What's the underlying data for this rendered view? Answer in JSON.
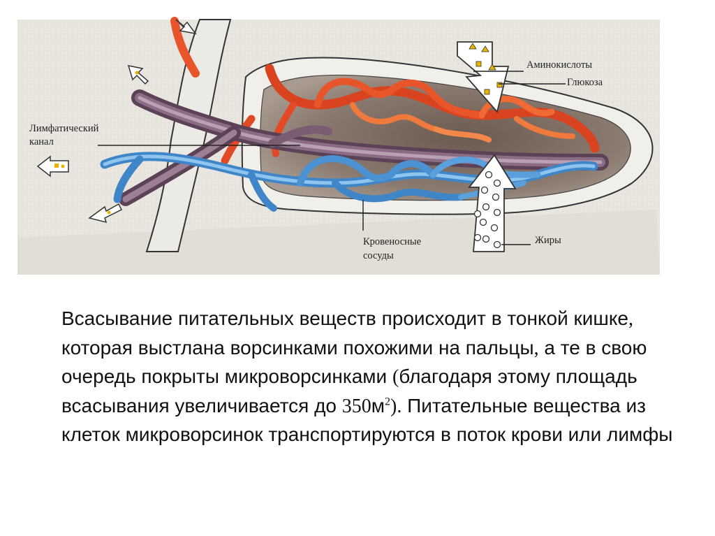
{
  "diagram": {
    "labels": {
      "amino_acids": "Аминокислоты",
      "glucose": "Глюкоза",
      "lymph_line1": "Лимфатический",
      "lymph_line2": "канал",
      "blood_line1": "Кровеносные",
      "blood_line2": "сосуды",
      "fats": "Жиры"
    }
  },
  "caption": {
    "part1": "Всасывание питательных веществ происходит в тонкой кишке",
    "comma1": ",",
    "part2": " которая выстлана ворсинками похожими на пальцы",
    "comma2": ",",
    "part3": " а те в свою очередь покрыты микроворсинками ",
    "paren_open": "(",
    "part4": "благодаря этому площадь всасывания увеличивается до ",
    "value": "350",
    "unit": "м",
    "exponent": "2",
    "paren_close": ").",
    "part5": " Питательные вещества из клеток микроворсинок транспортируются в поток крови или лимфы"
  }
}
